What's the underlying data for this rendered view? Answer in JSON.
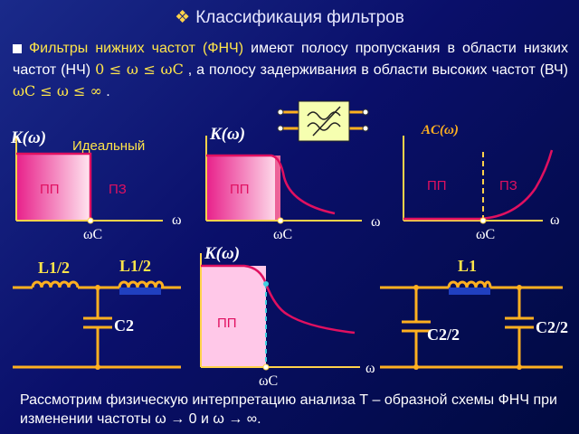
{
  "slide": {
    "title": "Классификация фильтров",
    "intro": {
      "term": "Фильтры нижних частот (ФНЧ)",
      "text1": " имеют полосу пропускания в области низких частот (НЧ) ",
      "range1": "0 ≤ ω ≤ ωC",
      "text2": " , а полосу задерживания в области высоких частот (ВЧ) ",
      "range2": "ωC ≤ ω ≤ ∞",
      "text3": " ."
    },
    "graph1": {
      "ylabel": "K(ω)",
      "caption": "Идеальный",
      "pass": "ПП",
      "stop": "ПЗ",
      "xlabel": "ω",
      "cutoff": "ωC"
    },
    "graph2": {
      "ylabel": "K(ω)",
      "pass": "ПП",
      "xlabel": "ω",
      "cutoff": "ωC"
    },
    "graph3": {
      "ylabel": "AC(ω)",
      "pass": "ПП",
      "stop": "ПЗ",
      "xlabel": "ω",
      "cutoff": "ωC"
    },
    "graph4": {
      "ylabel": "K(ω)",
      "pass": "ПП",
      "xlabel": "ω",
      "cutoff": "ωC"
    },
    "circuit_t": {
      "l1": "L1/2",
      "l2": "L1/2",
      "c": "C2"
    },
    "circuit_pi": {
      "l": "L1",
      "c1": "C2/2",
      "c2": "C2/2"
    },
    "footer": "Рассмотрим физическую интерпретацию анализа Т – образной схемы ФНЧ при изменении частоты ω → 0 и ω → ∞."
  }
}
